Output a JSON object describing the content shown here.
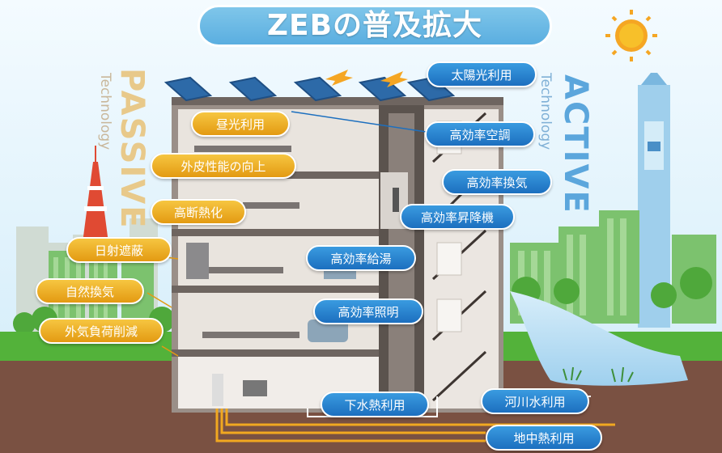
{
  "title": "ZEBの普及拡大",
  "side_labels": {
    "passive": "PASSIVE",
    "passive_sub": "Technology",
    "active": "ACTIVE",
    "active_sub": "Technology"
  },
  "passive_items": [
    "昼光利用",
    "外皮性能の向上",
    "高断熱化",
    "日射遮蔽",
    "自然換気",
    "外気負荷削減"
  ],
  "active_items": [
    "太陽光利用",
    "高効率空調",
    "高効率換気",
    "高効率昇降機",
    "高効率給湯",
    "高効率照明",
    "下水熱利用",
    "河川水利用",
    "地中熱利用"
  ],
  "colors": {
    "passive_pill": "#eba923",
    "active_pill": "#2384d1",
    "sky": "#dff1fb",
    "ground": "#7a5142",
    "grass": "#53b23a"
  }
}
